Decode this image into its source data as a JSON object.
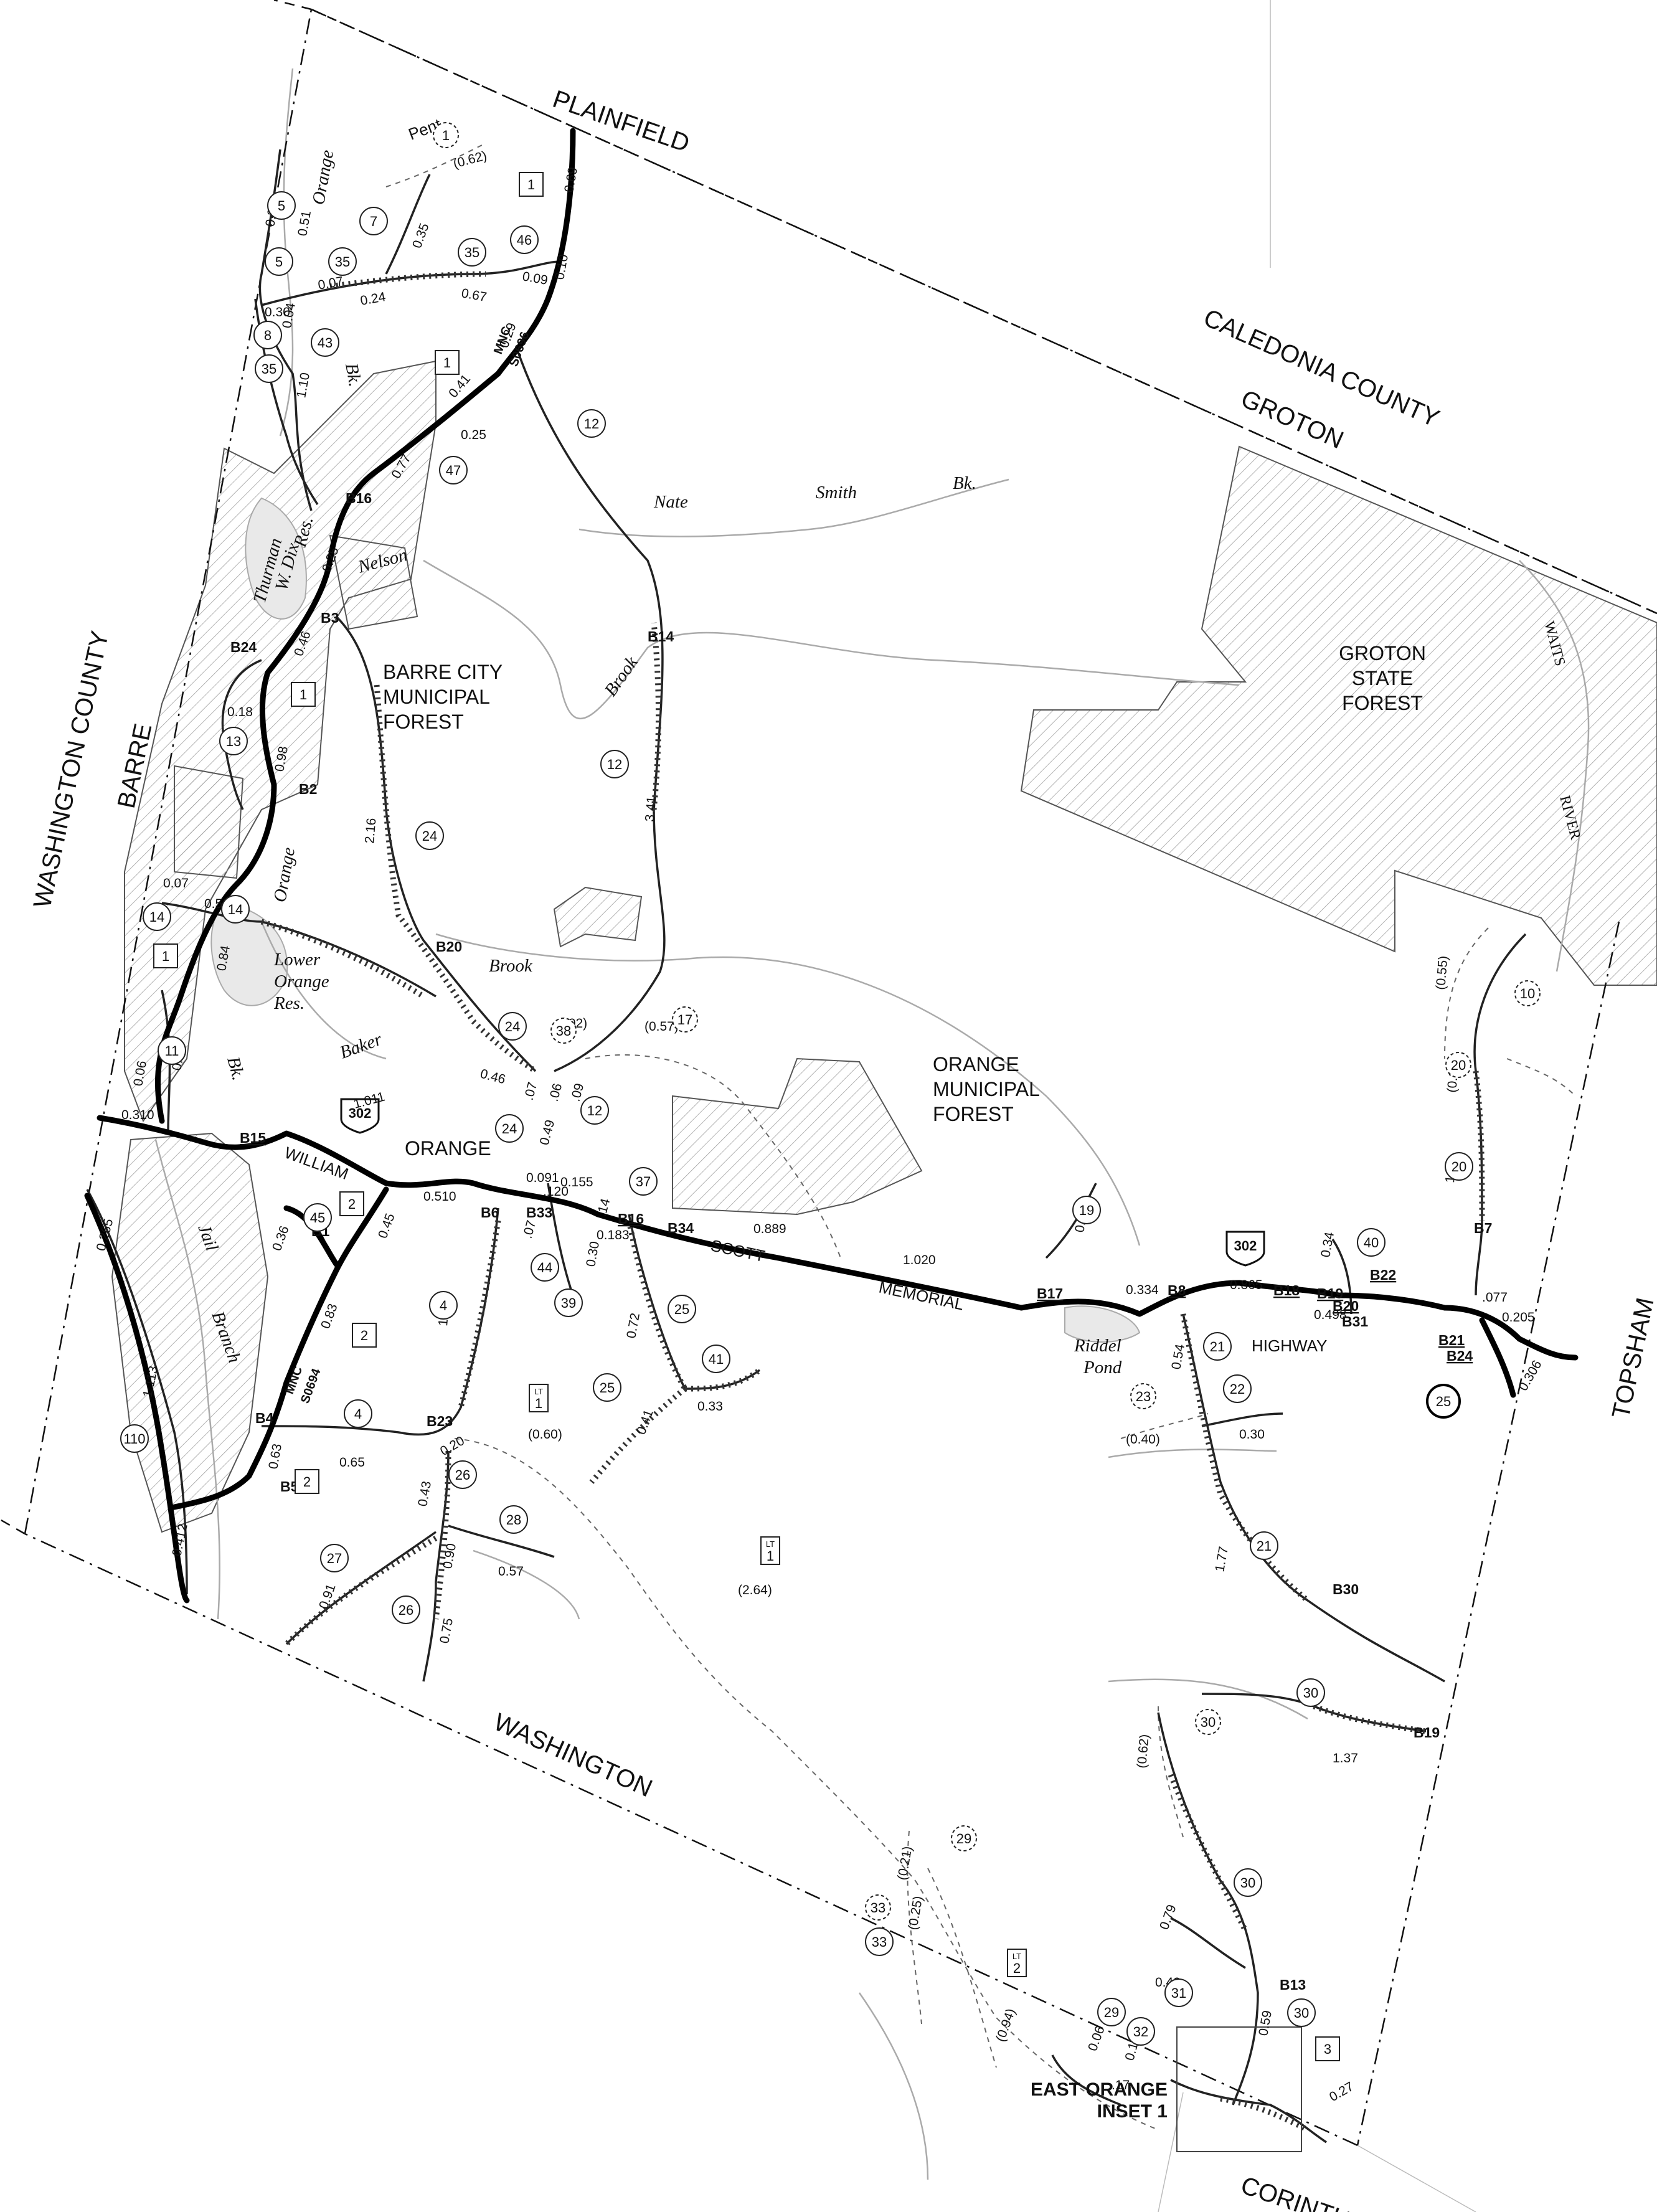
{
  "towns": {
    "plainfield": "PLAINFIELD",
    "caledonia_county": "CALEDONIA COUNTY",
    "groton": "GROTON",
    "washington_county": "WASHINGTON COUNTY",
    "barre": "BARRE",
    "topsham": "TOPSHAM",
    "washington": "WASHINGTON",
    "corinth": "CORINTH"
  },
  "areas": {
    "groton_forest": [
      "GROTON",
      "STATE",
      "FOREST"
    ],
    "barre_forest": [
      "BARRE CITY",
      "MUNICIPAL",
      "FOREST"
    ],
    "orange_forest": [
      "ORANGE",
      "MUNICIPAL",
      "FOREST"
    ],
    "village": "ORANGE",
    "inset": [
      "EAST ORANGE",
      "INSET 1"
    ]
  },
  "water_labels": {
    "nate": "Nate",
    "smith": "Smith",
    "bk": "Bk.",
    "nelson": "Nelson",
    "brook": "Brook",
    "brook2": "Brook",
    "orange_river": "Orange",
    "orange_river2": "Orange",
    "thurman": "Thurman",
    "wdix": "W. Dix",
    "res": "Res.",
    "lower": "Lower",
    "lower_orange": "Orange",
    "lower_res": "Res.",
    "baker": "Baker",
    "bk2": "Bk.",
    "bk3": "Bk.",
    "jail": "Jail",
    "branch": "Branch",
    "riddel": "Riddel",
    "pond": "Pond",
    "waits": "WAITS",
    "river": "RIVER",
    "pent": "Pent"
  },
  "highway_words": {
    "william": "WILLIAM",
    "scott": "SCOTT",
    "memorial": "MEMORIAL",
    "highway": "HIGHWAY",
    "us_shield": "302",
    "mnc1": "MNC",
    "mnc1_num": "S0696",
    "mnc2": "MNC",
    "mnc2_num": "S0694"
  },
  "bridge_labels": [
    "B16",
    "B3",
    "B24",
    "B2",
    "B20",
    "B14",
    "B15",
    "B1",
    "B6",
    "B33",
    "B16",
    "B34",
    "B17",
    "B8",
    "B18",
    "B19",
    "B22",
    "B20",
    "B31",
    "B21",
    "B24",
    "B7",
    "B23",
    "B4",
    "B5",
    "B30",
    "B19",
    "B13"
  ],
  "segment_lengths": [
    "0.69",
    "0.10",
    "0.29",
    "0.41",
    "0.25",
    "0.77",
    "0.35",
    "0.67",
    "0.09",
    "0.24",
    "0.07",
    "0.51",
    "0.25",
    "0.30",
    "0.04",
    "1.10",
    "0.25",
    "0.46",
    "0.18",
    "0.98",
    "0.50",
    "0.07",
    "0.84",
    "0.16",
    "0.06",
    "0.310",
    "2.16",
    "3.41",
    "1.011",
    "0.46",
    ".07",
    ".06",
    ".09",
    "0.49",
    "0.091",
    ".120",
    "0.155",
    ".14",
    "0.183",
    ".07",
    "0.30",
    "0.510",
    "0.45",
    "0.36",
    "0.83",
    "1.03",
    "0.72",
    "0.33",
    "0.41",
    "0.889",
    "1.020",
    "0.64",
    "0.334",
    "0.54",
    "0.865",
    "0.498",
    ".077",
    "0.205",
    "0.306",
    "0.34",
    "1.08",
    "0.265",
    "1.113",
    "0.412",
    "0.63",
    "0.65",
    "0.20",
    "0.43",
    "0.91",
    "0.90",
    "0.57",
    "0.75",
    "0.30",
    "1.77",
    "1.37",
    "0.79",
    "0.43",
    "0.59",
    "0.06",
    "0.15",
    ".17",
    "0.27"
  ],
  "legal_trail_lengths": [
    "(0.62)",
    "(0.57)",
    "(.02)",
    "(0.60)",
    "(2.64)",
    "(0.40)",
    "(0.55)",
    "(0.14)",
    "(0.62)",
    "(0.21)",
    "(0.25)",
    "(0.94)"
  ],
  "road_ids_circle": [
    "5",
    "5",
    "35",
    "7",
    "35",
    "46",
    "8",
    "43",
    "35",
    "47",
    "12",
    "12",
    "13",
    "14",
    "14",
    "11",
    "24",
    "24",
    "12",
    "24",
    "37",
    "45",
    "44",
    "39",
    "25",
    "41",
    "25",
    "4",
    "4",
    "26",
    "28",
    "27",
    "26",
    "110",
    "19",
    "21",
    "40",
    "22",
    "21",
    "20",
    "25",
    "30",
    "30",
    "30",
    "29",
    "32",
    "31",
    "33"
  ],
  "road_ids_dashed": [
    "1",
    "38",
    "17",
    "23",
    "10",
    "20",
    "30",
    "29",
    "33"
  ],
  "class_squares": [
    "1",
    "1",
    "1",
    "1",
    "2",
    "2",
    "2",
    "3"
  ],
  "trail_shields": [
    "LT 1",
    "LT 1",
    "LT 2"
  ],
  "class1_route": "25"
}
